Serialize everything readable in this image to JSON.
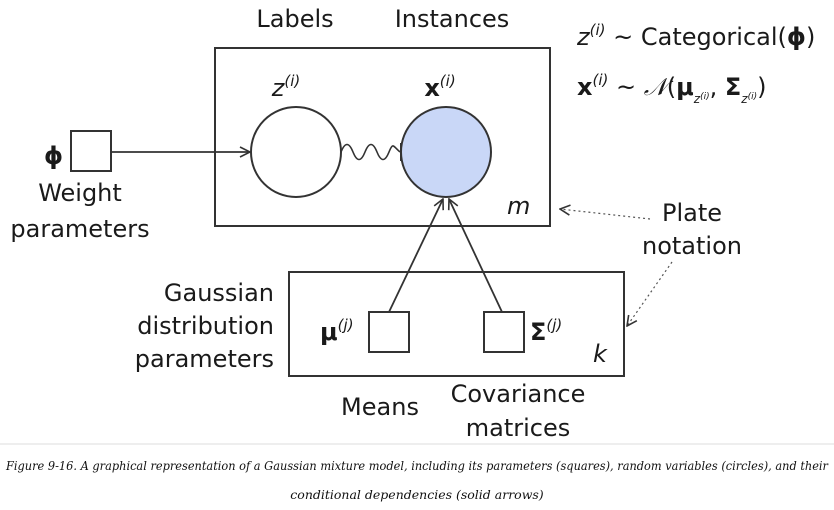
{
  "diagram": {
    "headers": {
      "labels": "Labels",
      "instances": "Instances"
    },
    "nodes": {
      "z": {
        "symbol": "z",
        "superscript": "(i)"
      },
      "x": {
        "symbol": "x",
        "superscript": "(i)"
      },
      "phi": {
        "symbol": "ϕ"
      },
      "mu": {
        "symbol": "μ",
        "superscript": "(j)"
      },
      "sigma": {
        "symbol": "Σ",
        "superscript": "(j)"
      }
    },
    "plates": {
      "outer": "m",
      "inner": "k"
    },
    "labels": {
      "weight": [
        "Weight",
        "parameters"
      ],
      "gaussian": [
        "Gaussian",
        "distribution",
        "parameters"
      ],
      "means": "Means",
      "covariance": [
        "Covariance",
        "matrices"
      ],
      "plate_notation": [
        "Plate",
        "notation"
      ]
    },
    "equations": {
      "line1": {
        "lhs": "z",
        "sup": "(i)",
        "op": " ~ ",
        "fn": "Categorical(",
        "arg": "ϕ",
        "close": ")"
      },
      "line2": {
        "lhs": "x",
        "sup": "(i)",
        "op": " ~ ",
        "fn": "𝒩",
        "open": "(",
        "mu": "μ",
        "sep": ", ",
        "sigma": "Σ",
        "sub": "z",
        "subsup": "(i)",
        "close": ")"
      }
    },
    "colors": {
      "x_fill": "#c9d7f7",
      "stroke": "#333333"
    }
  },
  "caption": {
    "line1": "Figure 9-16. A graphical representation of a Gaussian mixture model, including its parameters (squares), random variables (circles), and their",
    "line2": "conditional dependencies (solid arrows)"
  }
}
